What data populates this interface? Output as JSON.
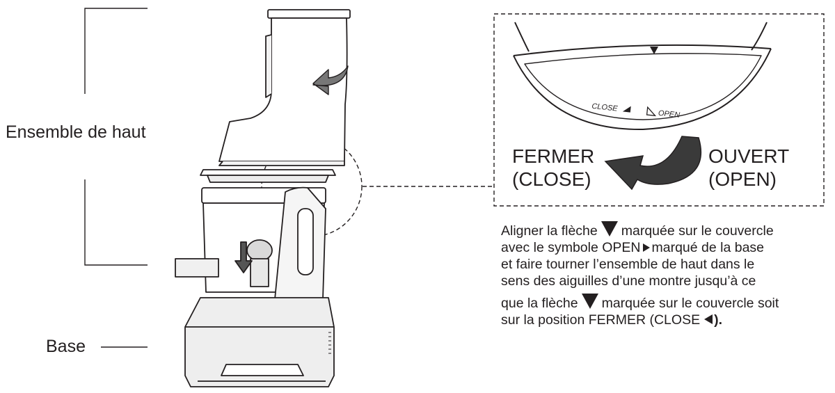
{
  "labels": {
    "top_assembly": "Ensemble de haut",
    "base": "Base"
  },
  "detail": {
    "close_mark": "CLOSE",
    "open_mark": "OPEN",
    "close_direction": [
      "FERMER",
      "(CLOSE)"
    ],
    "open_direction": [
      "OUVERT",
      "(OPEN)"
    ]
  },
  "instructions": {
    "line1_a": "Aligner la flèche",
    "line1_b": "marquée sur le couvercle",
    "line2_a": "avec le symbole OPEN",
    "line2_b": "marqué de la base",
    "line3": "et faire tourner l’ensemble de haut dans le",
    "line4": "sens des aiguilles d’une montre jusqu’à ce",
    "line5_a": "que la flèche",
    "line5_b": "marquée sur le couvercle soit",
    "line6_a": "sur la position  FERMER  (CLOSE",
    "line6_b": ")."
  },
  "colors": {
    "ink": "#231f20",
    "arrow_fill": "#3a3a3a",
    "body_shade": "#e6e6e6"
  }
}
